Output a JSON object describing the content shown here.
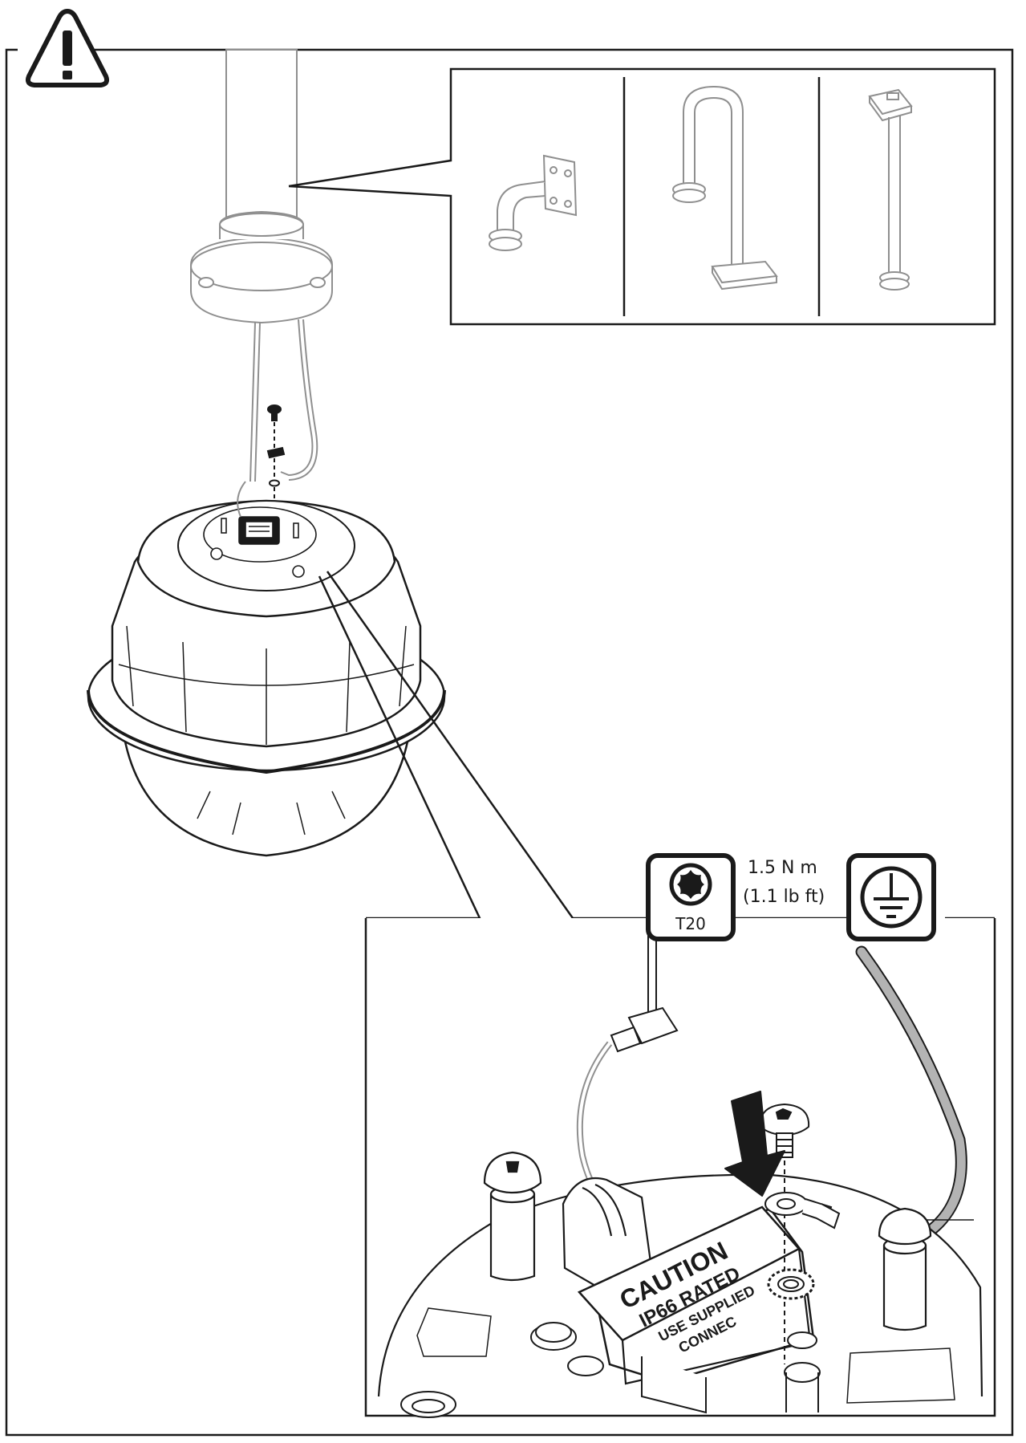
{
  "tool": {
    "name": "T20",
    "torque_metric": "1.5 N m",
    "torque_imperial": "(1.1 lb ft)"
  },
  "label_plate": {
    "line1": "CAUTION",
    "line2": "IP66 RATED",
    "line3": "USE SUPPLIED",
    "line4": "CONNEC"
  },
  "icons": {
    "warning": "warning-triangle-icon",
    "torx": "torx-bit-icon",
    "ground": "protective-earth-ground-icon",
    "arrow": "push-down-arrow-icon"
  },
  "colors": {
    "line": "#1a1a1a",
    "ground_wire": "#b3b3b3",
    "light_part": "#8f8f8f",
    "background": "#ffffff"
  }
}
